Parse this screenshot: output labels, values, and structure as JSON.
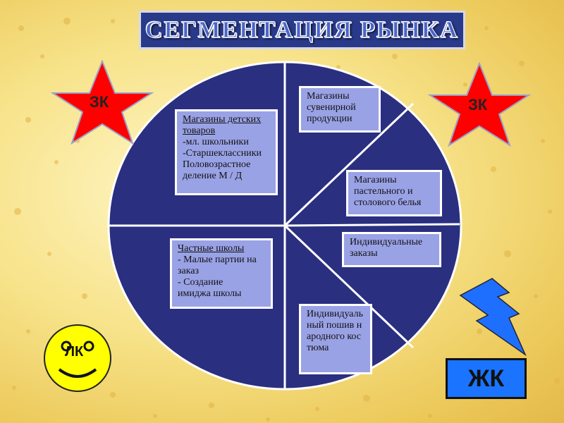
{
  "title": "СЕГМЕНТАЦИЯ  РЫНКА",
  "segments": {
    "childrens_stores": {
      "heading": "Магазины детских товаров",
      "lines": [
        "-мл. школьники",
        "-Старшеклассники",
        "Половозрастное",
        "деление М / Д"
      ]
    },
    "souvenir_stores": "Магазины сувенирной продукции",
    "linen_stores": "Магазины пастельного и столового белья",
    "individual_orders": "Индивидуальные заказы",
    "private_schools": {
      "heading": "Частные школы",
      "lines": [
        "- Малые партии на",
        "заказ",
        "- Создание",
        "имиджа школы"
      ]
    },
    "folk_costume": "Индивидуальный пошив народного костюма"
  },
  "badges": {
    "star_left": "ЗК",
    "star_right": "ЗК",
    "smiley": "ЛК",
    "box": "ЖК"
  },
  "colors": {
    "pie_fill": "#2a2f80",
    "label_fill": "#9aa2e6",
    "star_fill": "#ff0000",
    "smiley_fill": "#ffff00",
    "bolt_fill": "#1f6fff",
    "box_fill": "#1a74ff"
  },
  "icons": [
    "star-icon",
    "star-icon",
    "smiley-icon",
    "lightning-bolt-icon"
  ]
}
